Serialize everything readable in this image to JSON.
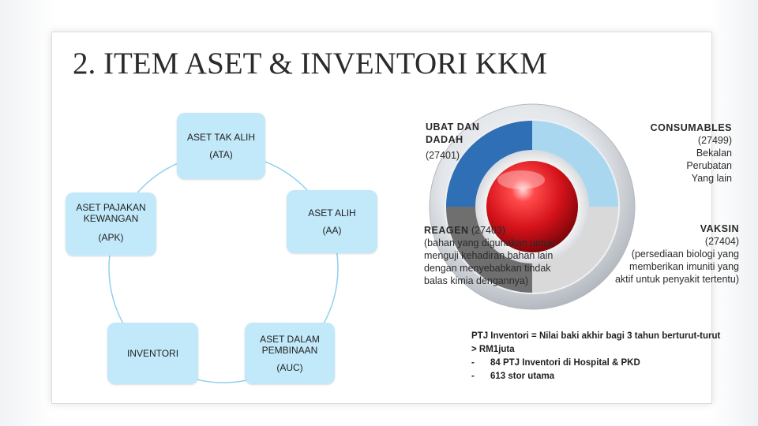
{
  "slide": {
    "title": "2.  ITEM ASET & INVENTORI KKM"
  },
  "cycle": {
    "nodes": [
      {
        "id": "ata",
        "name": "ASET TAK ALIH",
        "code": "(ATA)"
      },
      {
        "id": "aa",
        "name": "ASET ALIH",
        "code": "(AA)"
      },
      {
        "id": "auc",
        "name": "ASET DALAM PEMBINAAN",
        "code": "(AUC)"
      },
      {
        "id": "inv",
        "name": "INVENTORI",
        "code": ""
      },
      {
        "id": "apk",
        "name": "ASET PAJAKAN KEWANGAN",
        "code": "(APK)"
      }
    ]
  },
  "quadrants": {
    "ubat": {
      "title": "UBAT DAN DADAH",
      "code": "(27401)"
    },
    "consumables": {
      "title": "CONSUMABLES",
      "code": "(27499)",
      "desc": "Bekalan Perubatan Yang lain"
    },
    "reagen": {
      "title": "REAGEN",
      "code": "(27403)",
      "desc": "(bahan yang digunakan untuk menguji kehadiran bahan lain dengan menyebabkan tindak balas kimia dengannya)"
    },
    "vaksin": {
      "title": "VAKSIN",
      "code": "(27404)",
      "desc": "(persediaan biologi yang memberikan imuniti yang aktif untuk penyakit tertentu)"
    }
  },
  "note": {
    "text": "PTJ Inventori = Nilai baki akhir bagi 3 tahun berturut-turut > RM1juta",
    "bullets": [
      "84 PTJ Inventori di Hospital & PKD",
      "613 stor utama"
    ],
    "dash": "-"
  },
  "colors": {
    "box_fill": "#c2e9fa",
    "ring": "#8fd0ee",
    "blue_quadrant": "#2e6fb5",
    "light_blue_quadrant": "#a9d7f0",
    "gray_dark": "#6f6f6f",
    "gray_light": "#d9d9d9",
    "center": "#d9141b"
  }
}
